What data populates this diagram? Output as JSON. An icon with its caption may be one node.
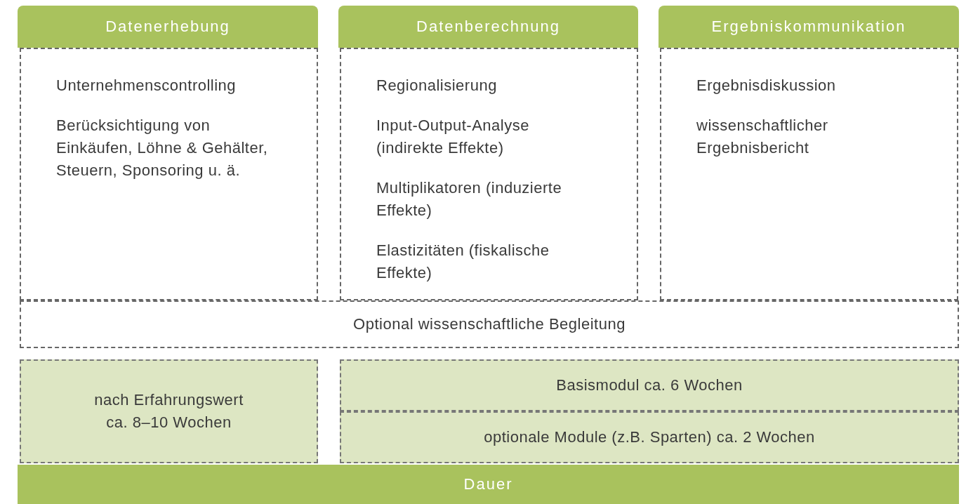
{
  "diagram": {
    "nodes": [
      {
        "text": [
          "Datenerhebung"
        ]
      },
      {
        "text": [
          "Unternehmenscontrolling",
          "Berücksichtigung von Einkäufen, Löhne & Gehälter, Steuern, Sponsoring u. ä."
        ]
      },
      {
        "text": [
          "Datenberechnung"
        ]
      },
      {
        "text": [
          "Regionalisierung",
          "Input-Output-Analyse (indirekte Effekte)",
          "Multiplikatoren (induzierte Effekte)",
          "Elastizitäten (fiskalische Effekte)"
        ]
      },
      {
        "text": [
          "Ergebniskommunikation"
        ]
      },
      {
        "text": [
          "Ergebnisdiskussion",
          "wissenschaftlicher Ergebnisbericht"
        ]
      },
      {
        "text": [
          "Optional wissenschaftliche Begleitung"
        ]
      },
      {
        "text": [
          "nach Erfahrungswert ca. 8–10 Wochen"
        ]
      },
      {
        "text": [
          "Basismodul ca. 6 Wochen"
        ]
      },
      {
        "text": [
          "optionale Module (z.B. Sparten) ca. 2 Wochen"
        ]
      },
      {
        "text": [
          "Dauer"
        ]
      }
    ],
    "edges": []
  }
}
